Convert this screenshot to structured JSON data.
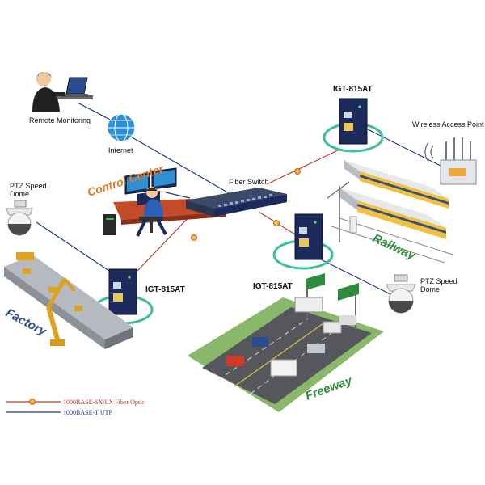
{
  "labels": {
    "remote_monitoring": "Remote Monitoring",
    "internet": "Internet",
    "control_center": "Control Center",
    "fiber_switch": "Fiber Switch",
    "igt_top": "IGT-815AT",
    "igt_middle": "IGT-815AT",
    "igt_left": "IGT-815AT",
    "wireless_ap": "Wireless Access Point",
    "ptz_left_line1": "PTZ Speed",
    "ptz_left_line2": "Dome",
    "ptz_right_line1": "PTZ Speed",
    "ptz_right_line2": "Dome",
    "railway": "Railway",
    "factory": "Factory",
    "freeway": "Freeway"
  },
  "legend": {
    "fiber_label": "1000BASE-SX/LX Fiber Optic",
    "utp_label": "1000BASE-T UTP"
  },
  "colors": {
    "fiber_line": "#c0392b",
    "utp_line": "#1f3a8a",
    "fiber_dot": "#f2b632",
    "scene_text_orange": "#e07a1f",
    "scene_text_green": "#2f8f3a",
    "highlight_ring": "#3cbf9a",
    "device_blue": "#1d2b5c"
  }
}
